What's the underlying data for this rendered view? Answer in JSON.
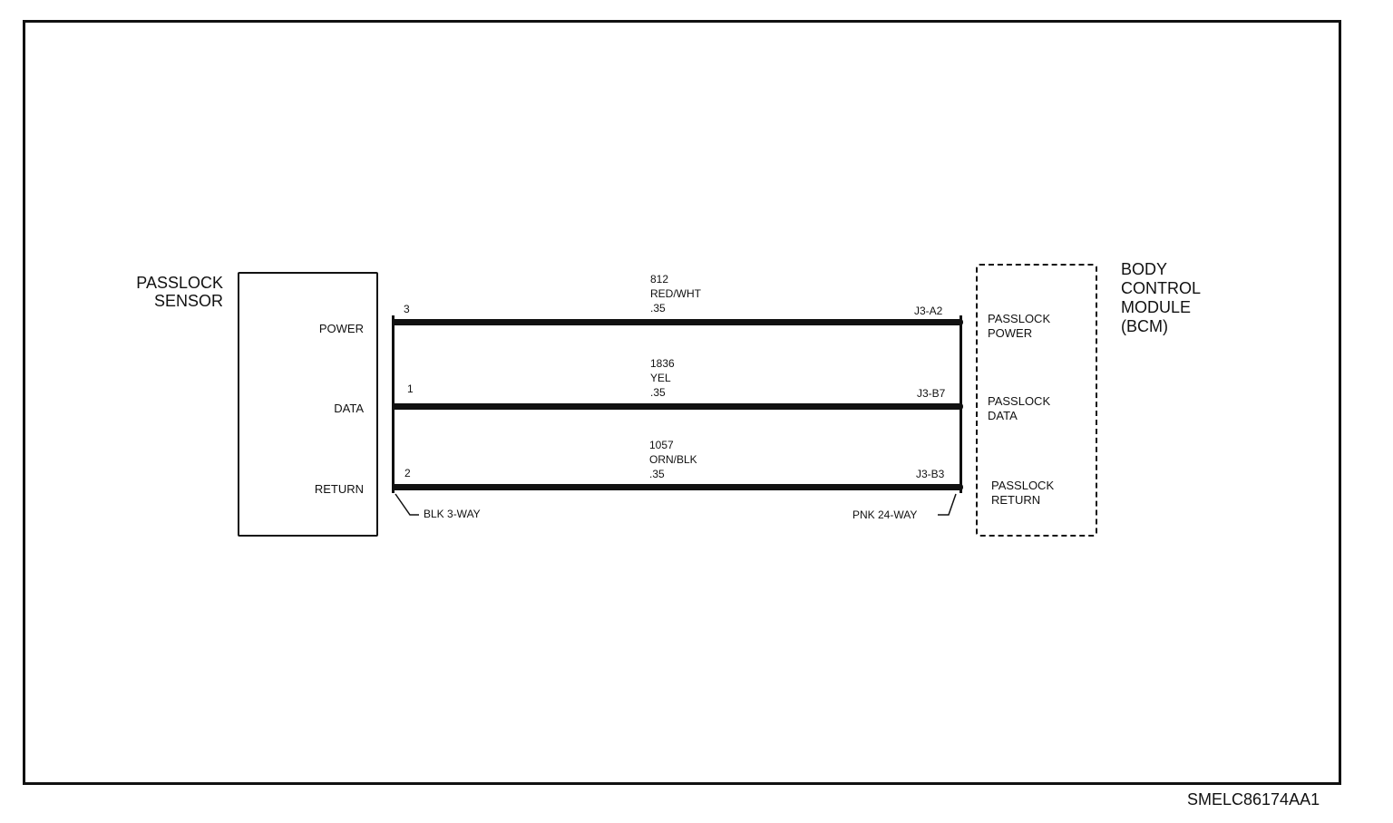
{
  "sensor": {
    "title_lines": [
      "PASSLOCK",
      "SENSOR"
    ],
    "pins": [
      {
        "label": "POWER"
      },
      {
        "label": "DATA"
      },
      {
        "label": "RETURN"
      }
    ],
    "connector": "BLK 3-WAY"
  },
  "bcm": {
    "title_lines": [
      "BODY",
      "CONTROL",
      "MODULE",
      "(BCM)"
    ],
    "inputs": [
      {
        "lines": [
          "PASSLOCK",
          "POWER"
        ]
      },
      {
        "lines": [
          "PASSLOCK",
          "DATA"
        ]
      },
      {
        "lines": [
          "PASSLOCK",
          "RETURN"
        ]
      }
    ],
    "connector": "PNK 24-WAY"
  },
  "wires": [
    {
      "circuit": "812",
      "color": "RED/WHT",
      "gauge": ".35",
      "sensor_pin": "3",
      "bcm_pin": "J3-A2"
    },
    {
      "circuit": "1836",
      "color": "YEL",
      "gauge": ".35",
      "sensor_pin": "1",
      "bcm_pin": "J3-B7"
    },
    {
      "circuit": "1057",
      "color": "ORN/BLK",
      "gauge": ".35",
      "sensor_pin": "2",
      "bcm_pin": "J3-B3"
    }
  ],
  "figure_id": "SMELC86174AA1"
}
